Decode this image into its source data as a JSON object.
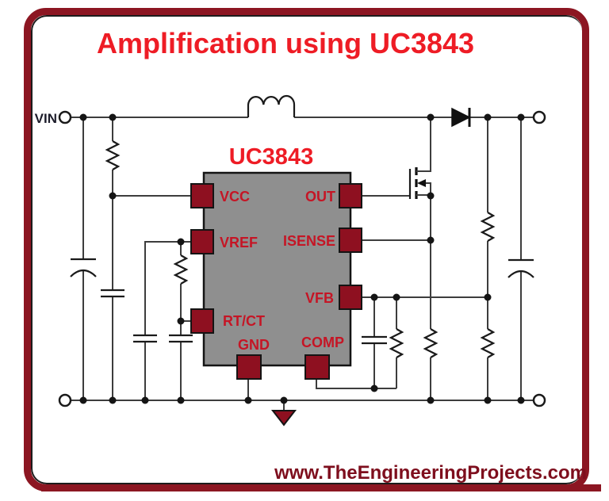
{
  "title": "Amplification using UC3843",
  "vin_label": "VIN",
  "chip": {
    "name": "UC3843",
    "pins": {
      "vcc": "VCC",
      "vref": "VREF",
      "rtct": "RT/CT",
      "gnd": "GND",
      "out": "OUT",
      "isense": "ISENSE",
      "vfb": "VFB",
      "comp": "COMP"
    }
  },
  "watermark": "www.TheEngineeringProjects.com",
  "colors": {
    "frame_maroon": "#8c1622",
    "title_red": "#ee1c25",
    "chip_body_gray": "#8f8f8f",
    "pin_fill": "#8e1020",
    "pin_label_red": "#c51525",
    "wire_gray": "#3d3d3d",
    "watermark_maroon": "#7e0e1d",
    "background": "#ffffff"
  }
}
